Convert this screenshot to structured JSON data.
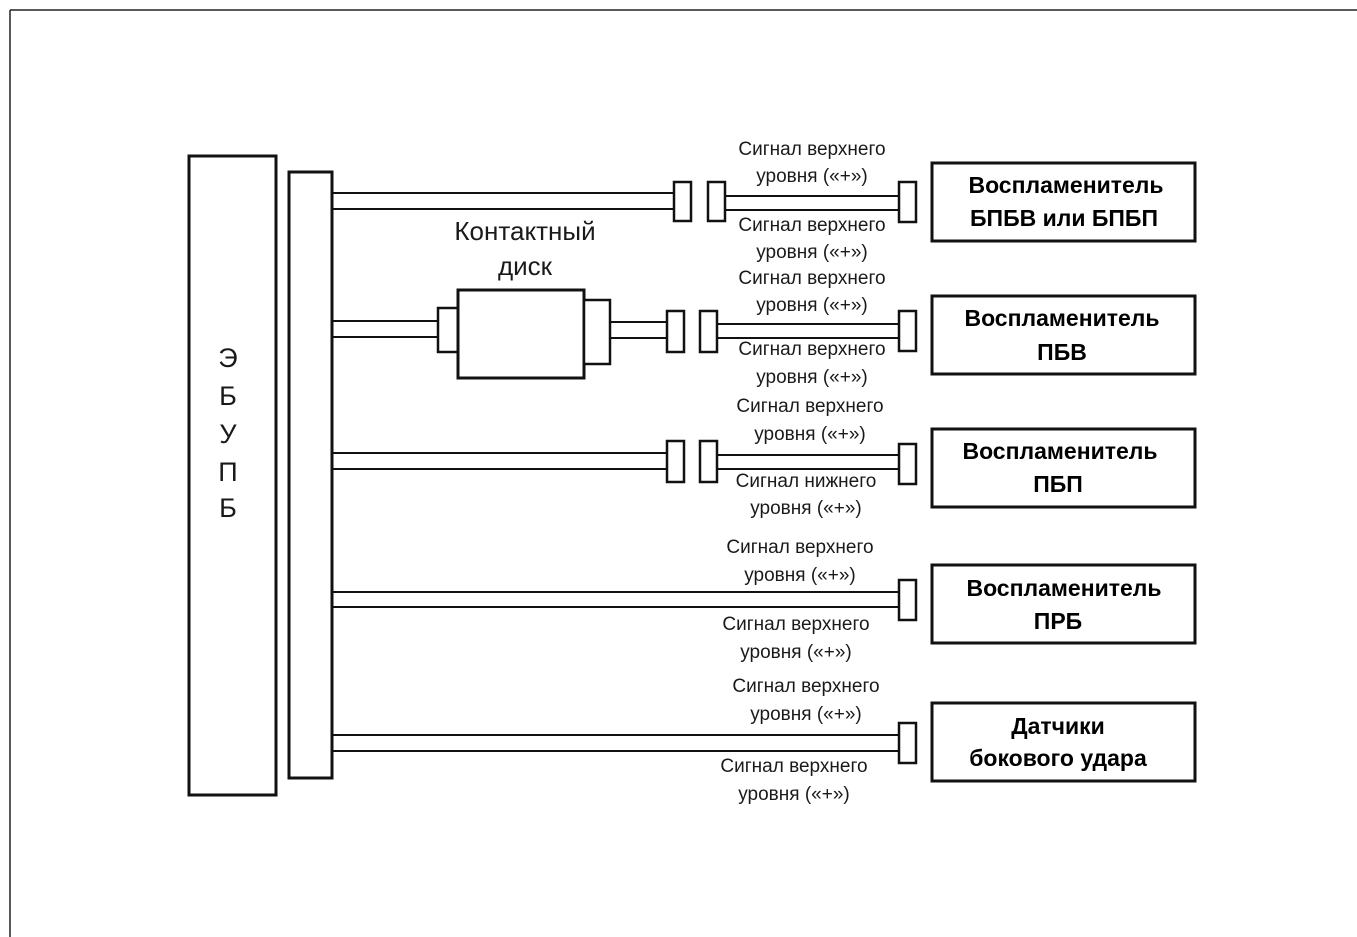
{
  "ecu_label": [
    "Э",
    "Б",
    "У",
    "П",
    "Б"
  ],
  "contact_disk_label": [
    "Контактный",
    "диск"
  ],
  "devices": [
    {
      "line1": "Воспламенитель",
      "line2": "БПБВ или БПБП"
    },
    {
      "line1": "Воспламенитель",
      "line2": "ПБВ"
    },
    {
      "line1": "Воспламенитель",
      "line2": "ПБП"
    },
    {
      "line1": "Воспламенитель",
      "line2": "ПРБ"
    },
    {
      "line1": "Датчики",
      "line2": "бокового удара"
    }
  ],
  "signals": [
    {
      "top1": "Сигнал верхнего",
      "top2": "уровня («+»)",
      "bot1": "Сигнал верхнего",
      "bot2": "уровня («+»)"
    },
    {
      "top1": "Сигнал верхнего",
      "top2": "уровня («+»)",
      "bot1": "Сигнал верхнего",
      "bot2": "уровня («+»)"
    },
    {
      "top1": "Сигнал верхнего",
      "top2": "уровня («+»)",
      "bot1": "Сигнал нижнего",
      "bot2": "уровня («+»)"
    },
    {
      "top1": "Сигнал верхнего",
      "top2": "уровня («+»)",
      "bot1": "Сигнал верхнего",
      "bot2": "уровня («+»)"
    },
    {
      "top1": "Сигнал верхнего",
      "top2": "уровня («+»)",
      "bot1": "Сигнал верхнего",
      "bot2": "уровня («+»)"
    }
  ]
}
